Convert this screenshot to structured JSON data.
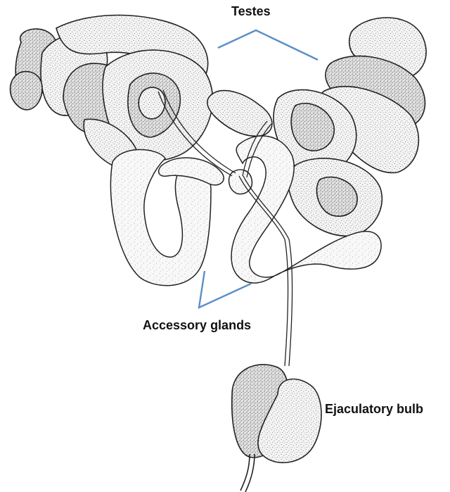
{
  "labels": {
    "testes": "Testes",
    "accessory_glands": "Accessory glands",
    "ejaculatory_bulb": "Ejaculatory bulb"
  },
  "colors": {
    "leader_line": "#5b8ec9",
    "organ_fill": "#f2f2f2",
    "organ_stroke": "#222222",
    "stipple": "#6a6a6a"
  }
}
